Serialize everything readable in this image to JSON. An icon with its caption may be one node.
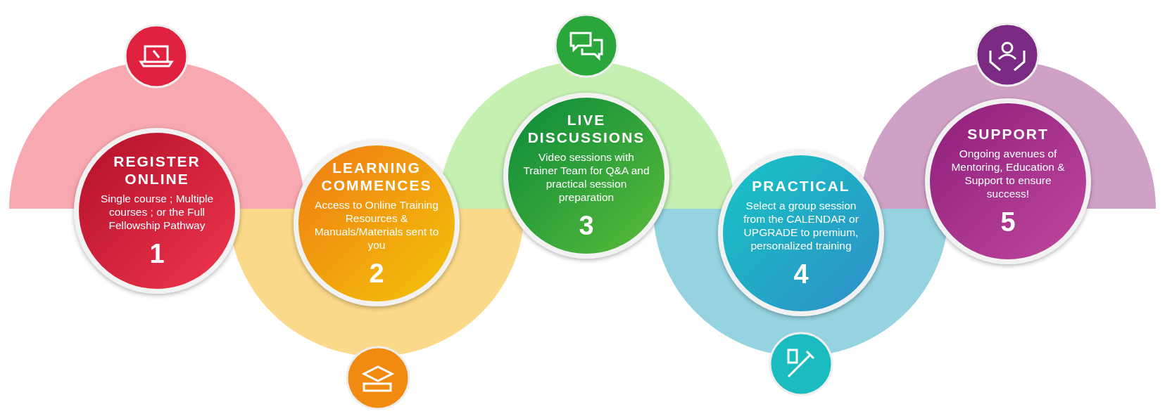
{
  "diagram": {
    "nodes": [
      {
        "text": [
          "REGISTER ONLINE",
          "Single course ; Multiple courses ; or the Full Fellowship Pathway",
          "1"
        ]
      },
      {
        "text": [
          "LEARNING COMMENCES",
          "Access to Online Training Resources & Manuals/Materials sent to you",
          "2"
        ]
      },
      {
        "text": [
          "LIVE DISCUSSIONS",
          "Video sessions with Trainer Team for Q&A and practical session preparation",
          "3"
        ]
      },
      {
        "text": [
          "PRACTICAL",
          "Select a group session from the CALENDAR or UPGRADE to premium, personalized training",
          "4"
        ]
      },
      {
        "text": [
          "SUPPORT",
          "Ongoing avenues of Mentoring, Education & Support to ensure success!",
          "5"
        ]
      }
    ]
  }
}
